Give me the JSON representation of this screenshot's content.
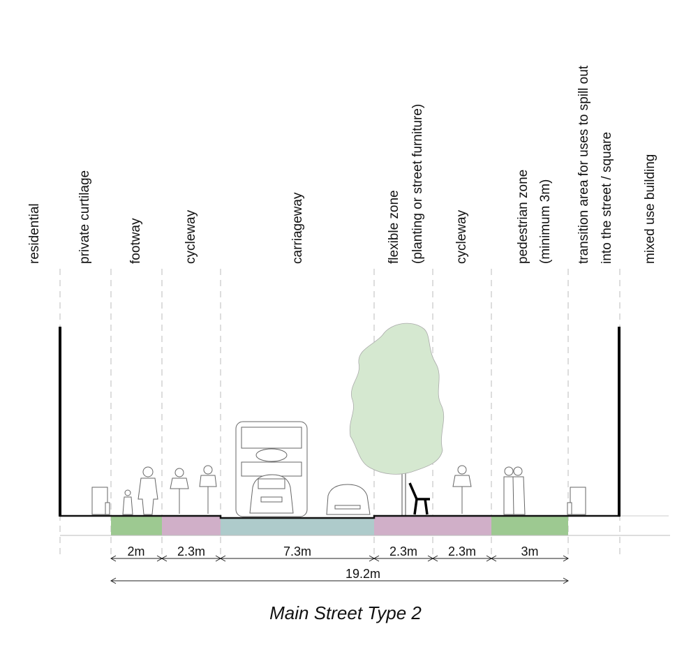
{
  "zone_labels": {
    "residential": "residential",
    "private_curtilage": "private curtilage",
    "footway": "footway",
    "cycleway_left": "cycleway",
    "carriageway": "carriageway",
    "flexible_zone_1": "flexible zone",
    "flexible_zone_2": "(planting or street furniture)",
    "cycleway_right": "cycleway",
    "pedestrian_zone_1": "pedestrian zone",
    "pedestrian_zone_2": "(minimum 3m)",
    "transition_1": "transition area for uses to spill out",
    "transition_2": "into the street / square",
    "mixed_use": "mixed use building"
  },
  "dimensions": [
    "2m",
    "2.3m",
    "7.3m",
    "2.3m",
    "2.3m",
    "3m"
  ],
  "total_width": "19.2m",
  "title": "Main Street Type 2",
  "colors": {
    "footway": "#9dc991",
    "cycleway": "#d0afc8",
    "carriageway": "#aecbcb",
    "tree": "#d5e8d0"
  }
}
